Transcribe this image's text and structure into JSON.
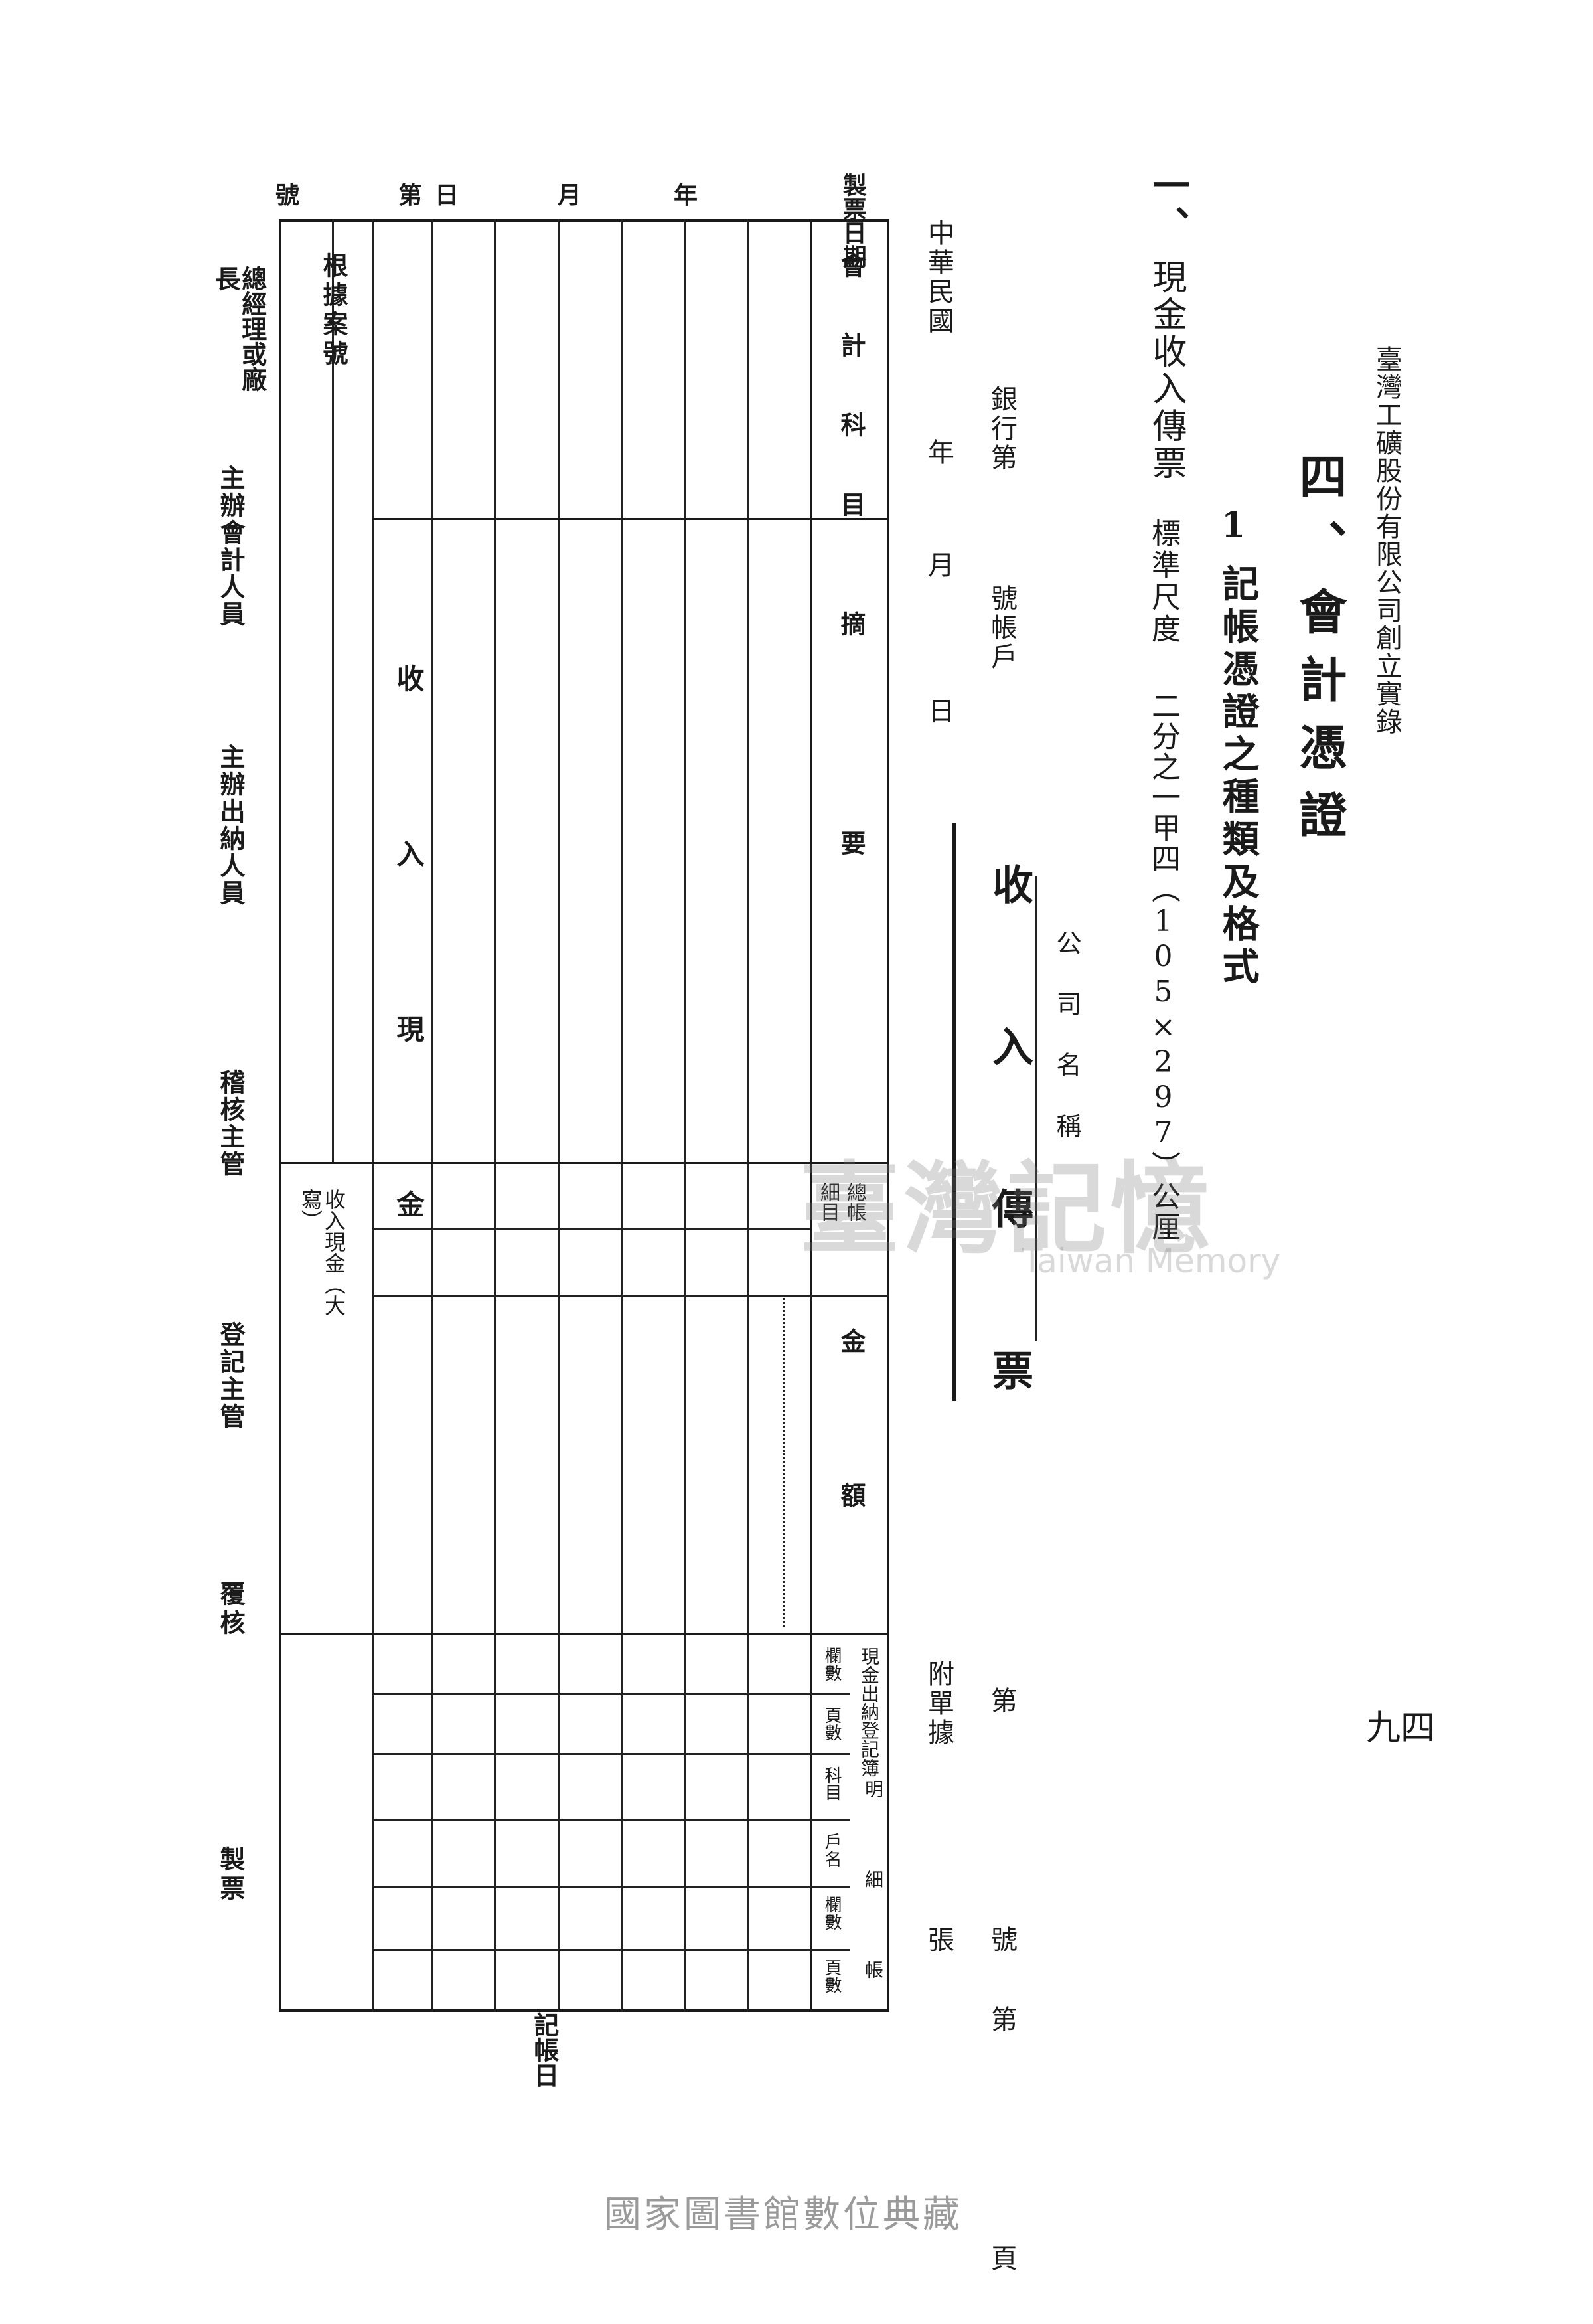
{
  "header": {
    "book_title": "臺灣工礦股份有限公司創立實錄",
    "page_number": "九四"
  },
  "chapter": {
    "title": "四、會計憑證",
    "section_number": "1",
    "section_title": "記帳憑證之種類及格式"
  },
  "form_item": {
    "number_label": "一、",
    "name": "現金收入傳票",
    "size_label": "標準尺度",
    "size_value": "二分之一甲四（105×297）公厘"
  },
  "voucher": {
    "company_name_label": "公　司　名　稱",
    "title": "收　入　傳　票",
    "number_label": "第　　號第　　頁",
    "sheets_label": "張",
    "attachments_label": "附單據",
    "bank_label": "銀行第",
    "account_label": "號帳戶",
    "date_prefix": "中華民國",
    "date_year": "年",
    "date_month": "月",
    "date_day": "日",
    "columns": {
      "account_subject": "會　計　科　目",
      "summary": "摘　　　　要",
      "ledger_ref": "總帳",
      "subsidiary_code": "細目",
      "amount_group": "金　　　額",
      "cash_book_group": "現金出納登記簿",
      "cash_book_sheets": "欄數",
      "cash_book_pages": "頁數",
      "detail_group": "明　細　帳",
      "detail_subject": "科目",
      "detail_account": "戶名",
      "detail_sheets": "欄數",
      "detail_pages": "頁數"
    },
    "body_text": "收　入　現　金",
    "total_label": "收入現金（大寫）",
    "reference_label": "根據案號",
    "left_labels": {
      "voucher_date": "製票日期",
      "year": "年",
      "month": "月",
      "day": "日",
      "number_prefix": "第",
      "number_suffix": "號"
    },
    "posted_label": "記帳日",
    "signatures": [
      "總經理或廠長",
      "主辦會計人員",
      "主辦出納人員",
      "稽核主管",
      "登記主管",
      "覆核",
      "製票"
    ]
  },
  "watermark": {
    "main": "臺灣記憶",
    "sub": "Taiwan Memory"
  },
  "footer": {
    "library": "國家圖書館數位典藏"
  }
}
